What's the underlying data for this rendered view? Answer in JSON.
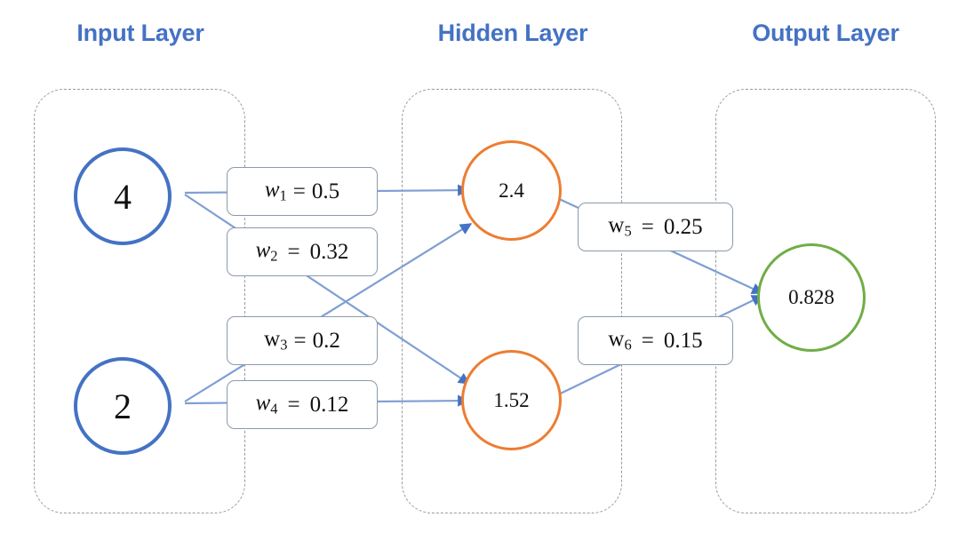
{
  "diagram": {
    "title_color": "#4472C4",
    "layers": [
      {
        "id": "input",
        "label": "Input Layer"
      },
      {
        "id": "hidden",
        "label": "Hidden Layer"
      },
      {
        "id": "output",
        "label": "Output Layer"
      }
    ],
    "nodes": {
      "input": [
        {
          "id": "i1",
          "value": "4",
          "color": "#4472C4"
        },
        {
          "id": "i2",
          "value": "2",
          "color": "#4472C4"
        }
      ],
      "hidden": [
        {
          "id": "h1",
          "value": "2.4",
          "color": "#ED7D31"
        },
        {
          "id": "h2",
          "value": "1.52",
          "color": "#ED7D31"
        }
      ],
      "output": [
        {
          "id": "o1",
          "value": "0.828",
          "color": "#70AD47"
        }
      ]
    },
    "weights": [
      {
        "id": "w1",
        "symbol": "w",
        "subscript": "1",
        "equals": "=",
        "value": "0.5",
        "italic": true,
        "from": "i1",
        "to": "h1"
      },
      {
        "id": "w2",
        "symbol": "w",
        "subscript": "2",
        "equals": "=",
        "value": "0.32",
        "italic": true,
        "from": "i1",
        "to": "h2"
      },
      {
        "id": "w3",
        "symbol": "w",
        "subscript": "3",
        "equals": "=",
        "value": "0.2",
        "italic": false,
        "from": "i2",
        "to": "h1"
      },
      {
        "id": "w4",
        "symbol": "w",
        "subscript": "4",
        "equals": "=",
        "value": "0.12",
        "italic": true,
        "from": "i2",
        "to": "h2"
      },
      {
        "id": "w5",
        "symbol": "w",
        "subscript": "5",
        "equals": "=",
        "value": "0.25",
        "italic": false,
        "from": "h1",
        "to": "o1"
      },
      {
        "id": "w6",
        "symbol": "w",
        "subscript": "6",
        "equals": "=",
        "value": "0.15",
        "italic": false,
        "from": "h2",
        "to": "o1"
      }
    ],
    "edge_color": "#5B83C4"
  }
}
